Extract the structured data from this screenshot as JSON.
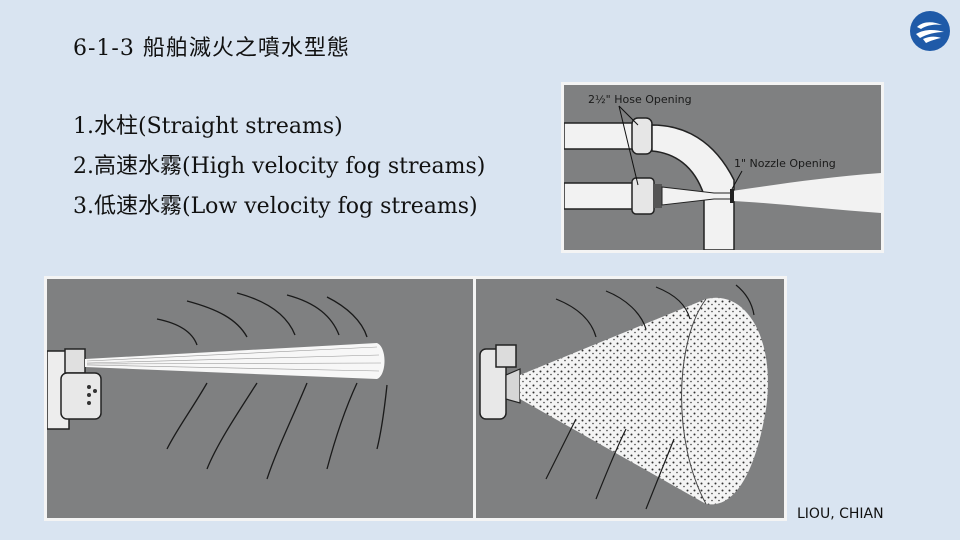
{
  "slide": {
    "title": "6-1-3 船舶滅火之噴水型態",
    "bullets": [
      "1.水柱(Straight streams)",
      "2.高速水霧(High velocity fog streams)",
      "3.低速水霧(Low velocity fog streams)"
    ],
    "credit": "LIOU, CHIAN"
  },
  "figures": {
    "hose": {
      "hose_label": "2½\" Hose Opening",
      "nozzle_label": "1\" Nozzle Opening"
    }
  },
  "colors": {
    "background": "#d9e4f1",
    "logo": "#1f5aa8",
    "figure_gray": "#7f8081"
  },
  "icons": {
    "logo": "organization-logo-icon"
  }
}
